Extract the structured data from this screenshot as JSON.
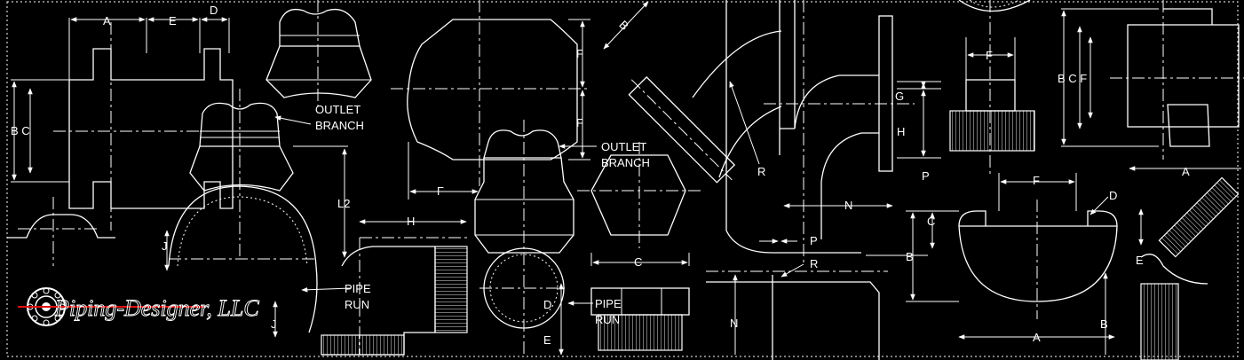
{
  "labels": {
    "a": "A",
    "b": "B",
    "c": "C",
    "d": "D",
    "e": "E",
    "f": "F",
    "g": "G",
    "h": "H",
    "j": "J",
    "l2": "L2",
    "n": "N",
    "p": "P",
    "r": "R",
    "b_c": "B C",
    "b_c_f": "B C F"
  },
  "callouts": {
    "outlet_branch_1": "OUTLET",
    "outlet_branch_2": "BRANCH",
    "pipe_run_1": "PIPE",
    "pipe_run_2": "RUN"
  },
  "logo": {
    "name": "Piping-Designer, LLC"
  },
  "colors": {
    "background": "#000000",
    "lines": "#ffffff",
    "logo_accent": "#e01010"
  }
}
